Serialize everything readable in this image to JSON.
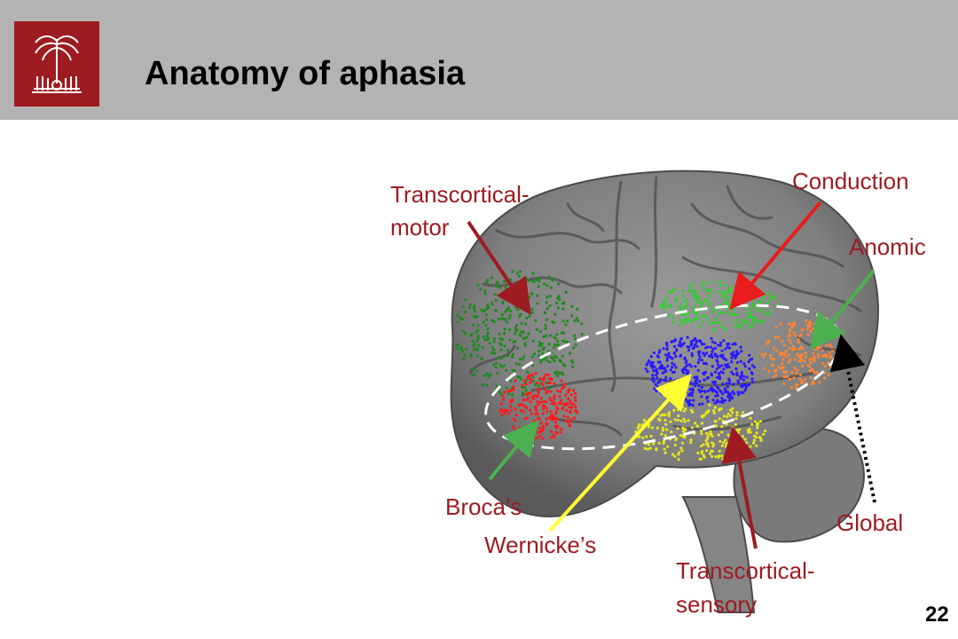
{
  "header": {
    "title": "Anatomy of aphasia",
    "logo_icon": "palmetto-tree-logo-icon",
    "bar_color": "#b3b3b3",
    "logo_color": "#9e1b22"
  },
  "diagram": {
    "image_icon": "brain-lateral-view-icon",
    "labels": {
      "transcortical_motor_line1": "Transcortical-",
      "transcortical_motor_line2": "motor",
      "conduction": "Conduction",
      "anomic": "Anomic",
      "brocas": "Broca’s",
      "wernickes": "Wernicke’s",
      "transcortical_sensory_line1": "Transcortical-",
      "transcortical_sensory_line2": "sensory",
      "global": "Global"
    },
    "region_colors": {
      "transcortical_motor": "#1e8a1e",
      "brocas": "#ff1a1a",
      "conduction": "#33cc33",
      "anomic": "#ff8533",
      "wernickes": "#2a1aff",
      "transcortical_sensory": "#e6e61a",
      "label_text": "#9e1b22"
    }
  },
  "page_number": "22"
}
